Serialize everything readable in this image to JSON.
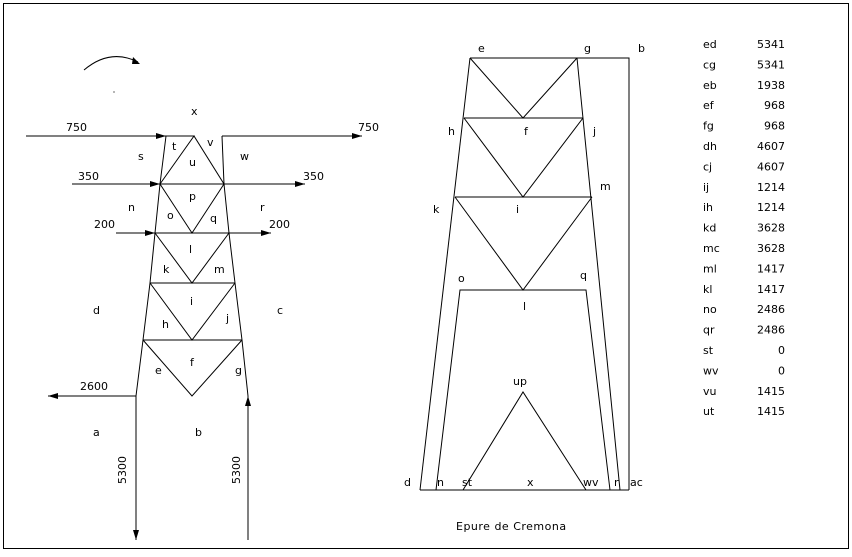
{
  "truss": {
    "forces": {
      "f750_left": "750",
      "f750_right": "750",
      "f350_left": "350",
      "f350_right": "350",
      "f200_left": "200",
      "f200_right": "200",
      "f2600": "2600",
      "r5300_left": "5300",
      "r5300_right": "5300"
    },
    "regions": {
      "x": "x",
      "s": "s",
      "t": "t",
      "v": "v",
      "w": "w",
      "u": "u",
      "p": "p",
      "n": "n",
      "o": "o",
      "q": "q",
      "r": "r",
      "l": "l",
      "k": "k",
      "m": "m",
      "i": "i",
      "h": "h",
      "j": "j",
      "d": "d",
      "c": "c",
      "e": "e",
      "f": "f",
      "g": "g",
      "a": "a",
      "b": "b"
    }
  },
  "cremona": {
    "caption": "Epure de Cremona",
    "points": {
      "e": "e",
      "g": "g",
      "b": "b",
      "h": "h",
      "f": "f",
      "j": "j",
      "m": "m",
      "k": "k",
      "i": "i",
      "o": "o",
      "q": "q",
      "l": "l",
      "up": "up",
      "d": "d",
      "n": "n",
      "st": "st",
      "x": "x",
      "wv": "wv",
      "r": "r",
      "ac": "ac"
    }
  },
  "table": {
    "rows": [
      {
        "member": "ed",
        "value": "5341"
      },
      {
        "member": "cg",
        "value": "5341"
      },
      {
        "member": "eb",
        "value": "1938"
      },
      {
        "member": "ef",
        "value": "968"
      },
      {
        "member": "fg",
        "value": "968"
      },
      {
        "member": "dh",
        "value": "4607"
      },
      {
        "member": "cj",
        "value": "4607"
      },
      {
        "member": "ij",
        "value": "1214"
      },
      {
        "member": "ih",
        "value": "1214"
      },
      {
        "member": "kd",
        "value": "3628"
      },
      {
        "member": "mc",
        "value": "3628"
      },
      {
        "member": "ml",
        "value": "1417"
      },
      {
        "member": "kl",
        "value": "1417"
      },
      {
        "member": "no",
        "value": "2486"
      },
      {
        "member": "qr",
        "value": "2486"
      },
      {
        "member": "st",
        "value": "0"
      },
      {
        "member": "wv",
        "value": "0"
      },
      {
        "member": "vu",
        "value": "1415"
      },
      {
        "member": "ut",
        "value": "1415"
      }
    ]
  }
}
